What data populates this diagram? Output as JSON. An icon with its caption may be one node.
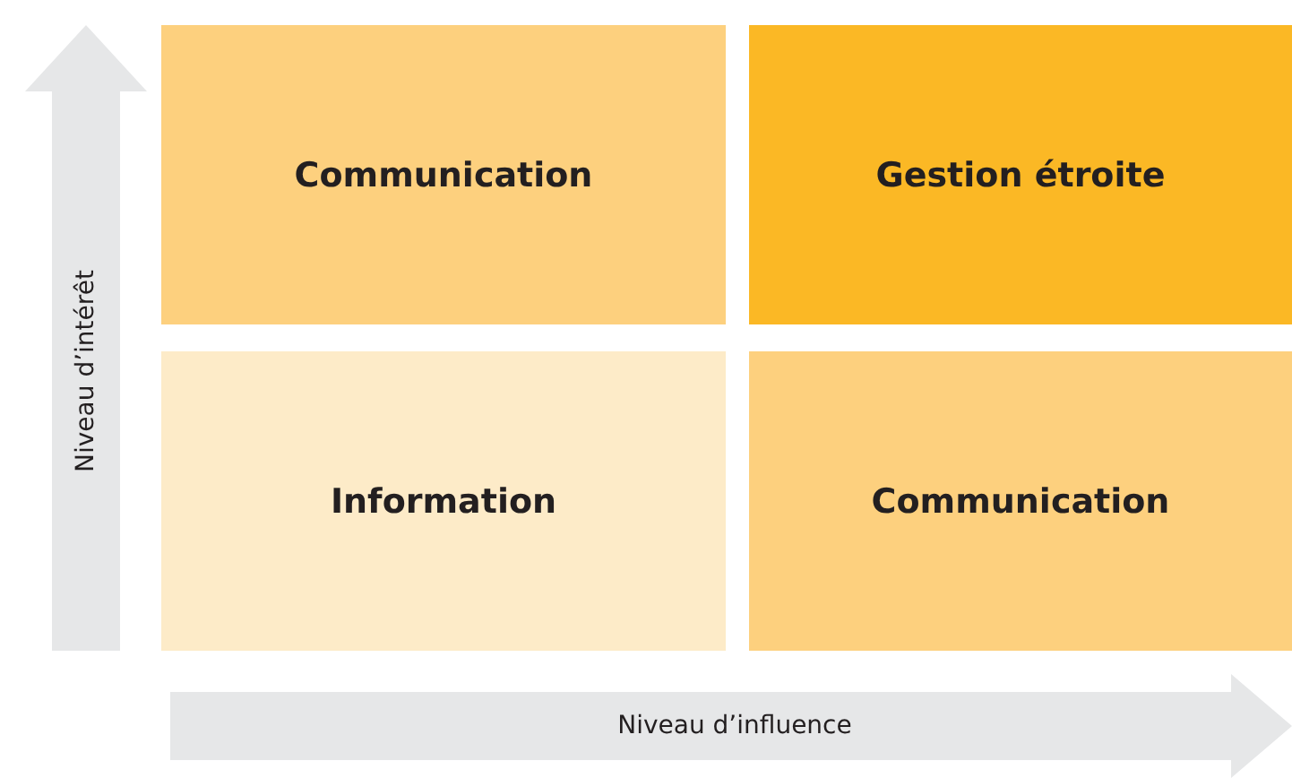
{
  "diagram": {
    "nodes": [
      {
        "text": [
          "Communication"
        ]
      },
      {
        "text": [
          "Gestion étroite"
        ]
      },
      {
        "text": [
          "Information"
        ]
      },
      {
        "text": [
          "Communication"
        ]
      }
    ],
    "labels": [
      "Niveau d’intérêt",
      "Niveau d’influence"
    ]
  }
}
